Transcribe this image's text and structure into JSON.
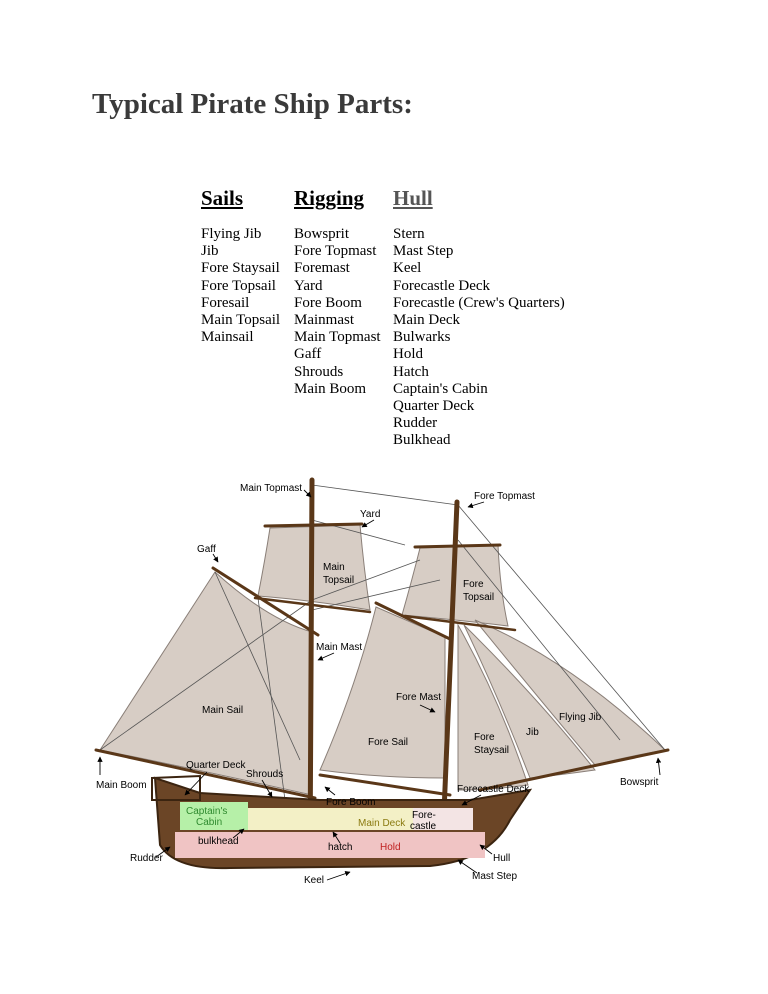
{
  "title": "Typical Pirate Ship Parts:",
  "columns": [
    {
      "header": "Sails",
      "items": [
        "Flying Jib",
        "Jib",
        "Fore Staysail",
        "Fore Topsail",
        "Foresail",
        "Main Topsail",
        "Mainsail"
      ]
    },
    {
      "header": "Rigging",
      "items": [
        "Bowsprit",
        "Fore Topmast",
        "Foremast",
        "Yard",
        "Fore Boom",
        "Mainmast",
        "Main Topmast",
        "Gaff",
        "Shrouds",
        "Main Boom"
      ]
    },
    {
      "header": "Hull",
      "items": [
        "Stern",
        "Mast Step",
        "Keel",
        "Forecastle Deck",
        "Forecastle (Crew's Quarters)",
        "Main Deck",
        "Bulwarks",
        "Hold",
        "Hatch",
        "Captain's Cabin",
        "Quarter Deck",
        "Rudder",
        "Bulkhead"
      ]
    }
  ],
  "diagram": {
    "labels": {
      "main_topmast": "Main Topmast",
      "yard": "Yard",
      "fore_topmast": "Fore Topmast",
      "gaff": "Gaff",
      "main": "Main",
      "topsail": "Topsail",
      "fore": "Fore",
      "main_mast": "Main Mast",
      "fore_mast": "Fore Mast",
      "main_sail": "Main Sail",
      "flying_jib": "Flying Jib",
      "jib": "Jib",
      "fore_sail": "Fore Sail",
      "staysail": "Staysail",
      "quarter_deck": "Quarter Deck",
      "shrouds": "Shrouds",
      "main_boom": "Main Boom",
      "fore_boom": "Fore Boom",
      "forecastle_deck": "Forecastle Deck",
      "bowsprit": "Bowsprit",
      "captains": "Captain's",
      "cabin": "Cabin",
      "main_deck": "Main Deck",
      "fore_short": "Fore-",
      "castle": "castle",
      "rudder": "Rudder",
      "bulkhead": "bulkhead",
      "hatch": "hatch",
      "hold": "Hold",
      "hull": "Hull",
      "keel": "Keel",
      "mast_step": "Mast Step"
    }
  }
}
